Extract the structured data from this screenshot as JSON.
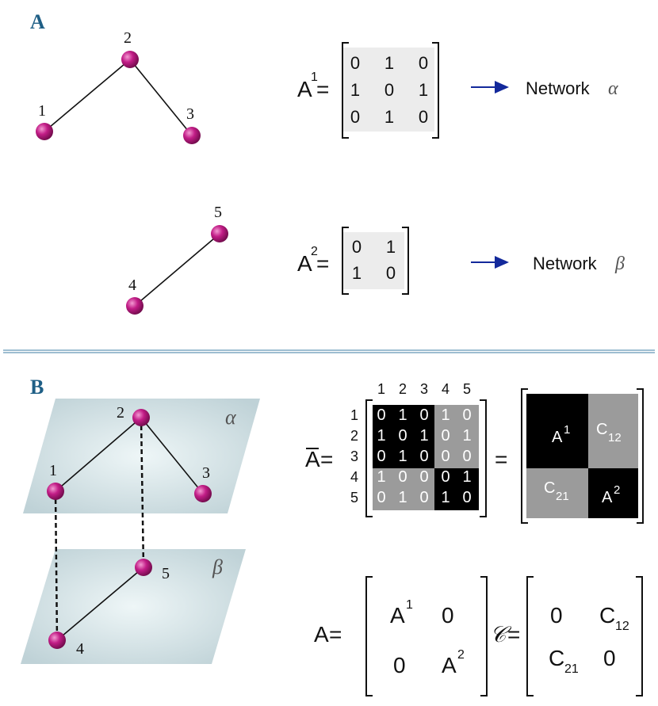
{
  "panel_a": {
    "label": "A",
    "network1": {
      "nodes": [
        "1",
        "2",
        "3"
      ],
      "matrix_name": "A",
      "matrix_sup": "1",
      "equals": "=",
      "matrix": [
        [
          "0",
          "1",
          "0"
        ],
        [
          "1",
          "0",
          "1"
        ],
        [
          "0",
          "1",
          "0"
        ]
      ],
      "network_label": "Network",
      "greek": "α"
    },
    "network2": {
      "nodes": [
        "4",
        "5"
      ],
      "matrix_name": "A",
      "matrix_sup": "2",
      "equals": "=",
      "matrix": [
        [
          "0",
          "1"
        ],
        [
          "1",
          "0"
        ]
      ],
      "network_label": "Network",
      "greek": "β"
    }
  },
  "panel_b": {
    "label": "B",
    "layers": [
      "α",
      "β"
    ],
    "nodes": [
      "1",
      "2",
      "3",
      "4",
      "5"
    ],
    "supra": {
      "name": "A",
      "equals": "=",
      "col_indices": [
        "1",
        "2",
        "3",
        "4",
        "5"
      ],
      "row_indices": [
        "1",
        "2",
        "3",
        "4",
        "5"
      ],
      "matrix": [
        [
          "0",
          "1",
          "0",
          "1",
          "0"
        ],
        [
          "1",
          "0",
          "1",
          "0",
          "1"
        ],
        [
          "0",
          "1",
          "0",
          "0",
          "0"
        ],
        [
          "1",
          "0",
          "0",
          "0",
          "1"
        ],
        [
          "0",
          "1",
          "0",
          "1",
          "0"
        ]
      ],
      "eq2": "="
    },
    "blocks": {
      "a1": "A",
      "a1_sup": "1",
      "c12": "C",
      "c12_sub": "12",
      "c21": "C",
      "c21_sub": "21",
      "a2": "A",
      "a2_sup": "2"
    },
    "block_diag": {
      "name": "A",
      "equals": "=",
      "a1": "A",
      "a1_sup": "1",
      "zero1": "0",
      "zero2": "0",
      "a2": "A",
      "a2_sup": "2"
    },
    "coupling": {
      "name": "𝒞",
      "equals": "=",
      "zero1": "0",
      "c12": "C",
      "c12_sub": "12",
      "c21": "C",
      "c21_sub": "21",
      "zero2": "0"
    }
  },
  "colors": {
    "node": "#b0157a",
    "layer": "#c9d9dd",
    "separator": "#7fa8c2",
    "arrow": "#13299b",
    "light_cell": "#ececec",
    "black_block": "#000000",
    "gray_block": "#9b9b9b"
  }
}
